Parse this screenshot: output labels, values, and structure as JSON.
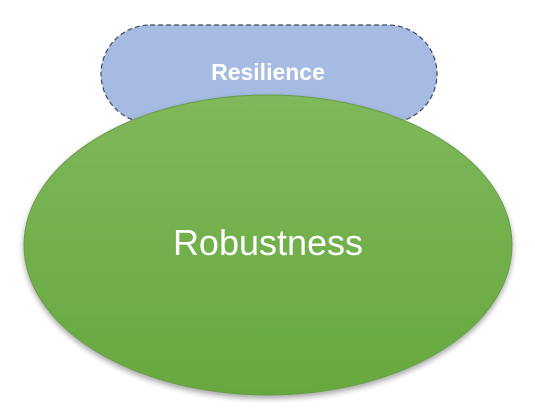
{
  "diagram": {
    "top_shape": {
      "label": "Resilience",
      "fill": "#a5bbe2",
      "stroke": "#3c4b61",
      "border_style": "dashed"
    },
    "main_shape": {
      "label": "Robustness",
      "fill_top": "#7fb85a",
      "fill_bottom": "#66a83e",
      "stroke": "#6a9d4f"
    }
  }
}
